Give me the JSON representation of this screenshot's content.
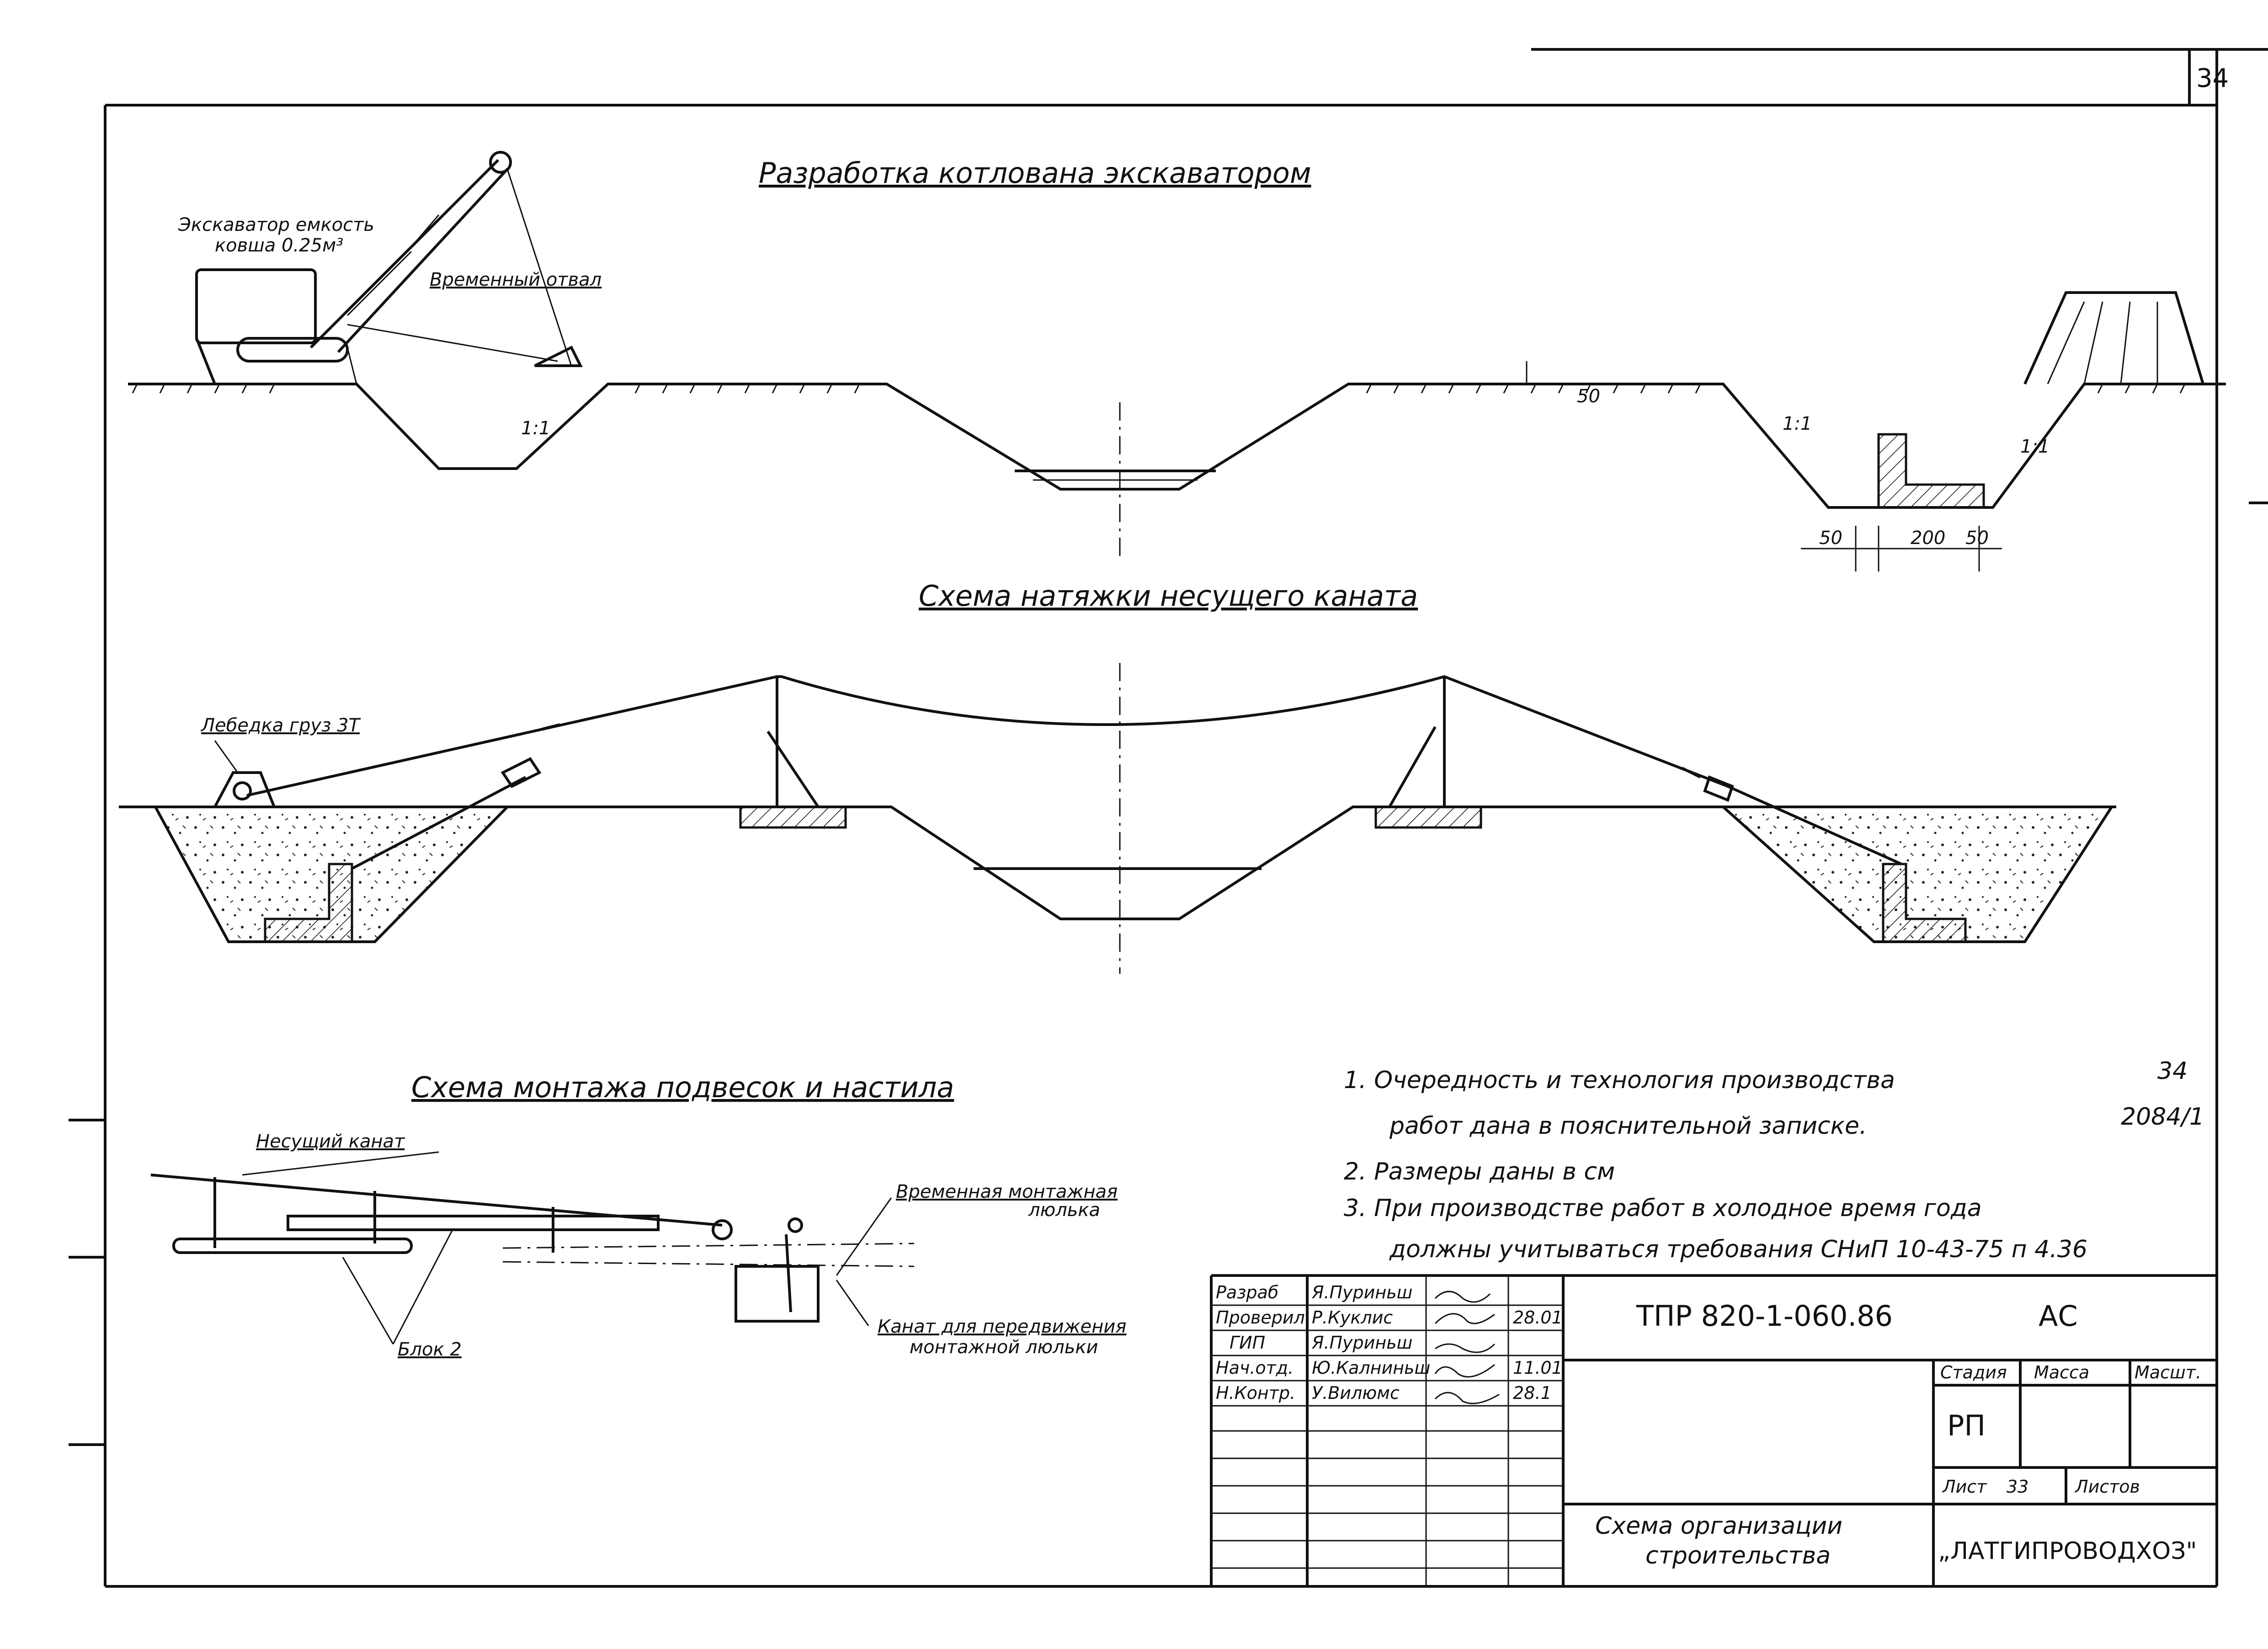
{
  "sheet_number": "34",
  "sections": {
    "excavation": {
      "title": "Разработка котлована экскаватором",
      "excavator_label_line1": "Экскаватор емкость",
      "excavator_label_line2": "ковша 0.25м³",
      "spoil_label": "Временный отвал",
      "slope_left": "1:1",
      "slope_right_a": "1:1",
      "slope_right_b": "1:1",
      "dim_50_vertical": "50",
      "dim_50_left": "50",
      "dim_200": "200",
      "dim_50_right": "50"
    },
    "cable": {
      "title": "Схема натяжки несущего каната",
      "winch_label": "Лебедка груз 3Т"
    },
    "hangers": {
      "title": "Схема монтажа подвесок и настила",
      "carrier_cable": "Несущий канат",
      "cradle_line1": "Временная монтажная",
      "cradle_line2": "люлька",
      "block": "Блок 2",
      "move_cable_line1": "Канат для передвижения",
      "move_cable_line2": "монтажной люльки"
    }
  },
  "notes": [
    "1. Очередность и технология производства",
    "работ дана в пояснительной записке.",
    "2. Размеры даны в см",
    "3. При производстве работ в холодное время года",
    "должны учитываться требования СНиП 10-43-75 п 4.36"
  ],
  "stamp_ref_line1": "34",
  "stamp_ref_line2": "2084/1",
  "title_block": {
    "roles": [
      "Разраб",
      "Проверил",
      "ГИП",
      "Нач.отд.",
      "Н.Контр."
    ],
    "names": [
      "Я.Пуриньш",
      "Р.Куклис",
      "Я.Пуриньш",
      "Ю.Калниньш",
      "У.Вилюмс"
    ],
    "dates": [
      "",
      "28.01",
      "",
      "11.01",
      "28.1"
    ],
    "doc_code": "ТПР 820-1-060.86",
    "doc_suffix": "АС",
    "stage_header": "Стадия",
    "mass_header": "Масса",
    "scale_header": "Масшт.",
    "stage_value": "РП",
    "sheet_label": "Лист",
    "sheet_value": "33",
    "sheets_label": "Листов",
    "drawing_title_line1": "Схема организации",
    "drawing_title_line2": "строительства",
    "organization": "„ЛАТГИПРОВОДХОЗ\""
  }
}
